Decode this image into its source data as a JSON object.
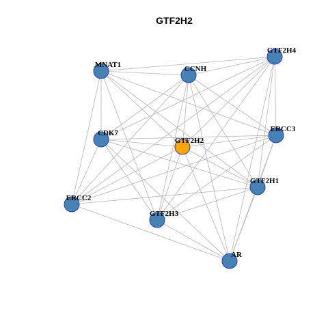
{
  "title": "GTF2H2",
  "colors": {
    "node_default": "#4682b4",
    "node_focus": "#ffa500",
    "node_border": "#1f3fbf",
    "edge": "#b3b3b3"
  },
  "nodes": [
    {
      "id": "MNAT1",
      "label": "MNAT1",
      "focus": false
    },
    {
      "id": "CCNH",
      "label": "CCNH",
      "focus": false
    },
    {
      "id": "GTF2H4",
      "label": "GTF2H4",
      "focus": false
    },
    {
      "id": "CDK7",
      "label": "CDK7",
      "focus": false
    },
    {
      "id": "GTF2H2",
      "label": "GTF2H2",
      "focus": true
    },
    {
      "id": "ERCC3",
      "label": "ERCC3",
      "focus": false
    },
    {
      "id": "GTF2H1",
      "label": "GTF2H1",
      "focus": false
    },
    {
      "id": "ERCC2",
      "label": "ERCC2",
      "focus": false
    },
    {
      "id": "GTF2H3",
      "label": "GTF2H3",
      "focus": false
    },
    {
      "id": "AR",
      "label": "AR",
      "focus": false
    }
  ],
  "edges": [
    [
      "MNAT1",
      "CCNH"
    ],
    [
      "MNAT1",
      "GTF2H4"
    ],
    [
      "MNAT1",
      "CDK7"
    ],
    [
      "MNAT1",
      "GTF2H2"
    ],
    [
      "MNAT1",
      "ERCC3"
    ],
    [
      "MNAT1",
      "GTF2H1"
    ],
    [
      "MNAT1",
      "ERCC2"
    ],
    [
      "MNAT1",
      "GTF2H3"
    ],
    [
      "CCNH",
      "GTF2H4"
    ],
    [
      "CCNH",
      "CDK7"
    ],
    [
      "CCNH",
      "GTF2H2"
    ],
    [
      "CCNH",
      "ERCC3"
    ],
    [
      "CCNH",
      "GTF2H1"
    ],
    [
      "CCNH",
      "ERCC2"
    ],
    [
      "CCNH",
      "GTF2H3"
    ],
    [
      "CCNH",
      "AR"
    ],
    [
      "GTF2H4",
      "CDK7"
    ],
    [
      "GTF2H4",
      "GTF2H2"
    ],
    [
      "GTF2H4",
      "ERCC3"
    ],
    [
      "GTF2H4",
      "GTF2H1"
    ],
    [
      "GTF2H4",
      "ERCC2"
    ],
    [
      "GTF2H4",
      "GTF2H3"
    ],
    [
      "GTF2H4",
      "AR"
    ],
    [
      "CDK7",
      "GTF2H2"
    ],
    [
      "CDK7",
      "ERCC3"
    ],
    [
      "CDK7",
      "GTF2H1"
    ],
    [
      "CDK7",
      "ERCC2"
    ],
    [
      "CDK7",
      "GTF2H3"
    ],
    [
      "CDK7",
      "AR"
    ],
    [
      "GTF2H2",
      "ERCC3"
    ],
    [
      "GTF2H2",
      "GTF2H1"
    ],
    [
      "GTF2H2",
      "ERCC2"
    ],
    [
      "GTF2H2",
      "GTF2H3"
    ],
    [
      "GTF2H2",
      "AR"
    ],
    [
      "ERCC3",
      "GTF2H1"
    ],
    [
      "ERCC3",
      "ERCC2"
    ],
    [
      "ERCC3",
      "GTF2H3"
    ],
    [
      "ERCC3",
      "AR"
    ],
    [
      "GTF2H1",
      "ERCC2"
    ],
    [
      "GTF2H1",
      "GTF2H3"
    ],
    [
      "GTF2H1",
      "AR"
    ],
    [
      "ERCC2",
      "AR"
    ],
    [
      "GTF2H3",
      "AR"
    ]
  ]
}
